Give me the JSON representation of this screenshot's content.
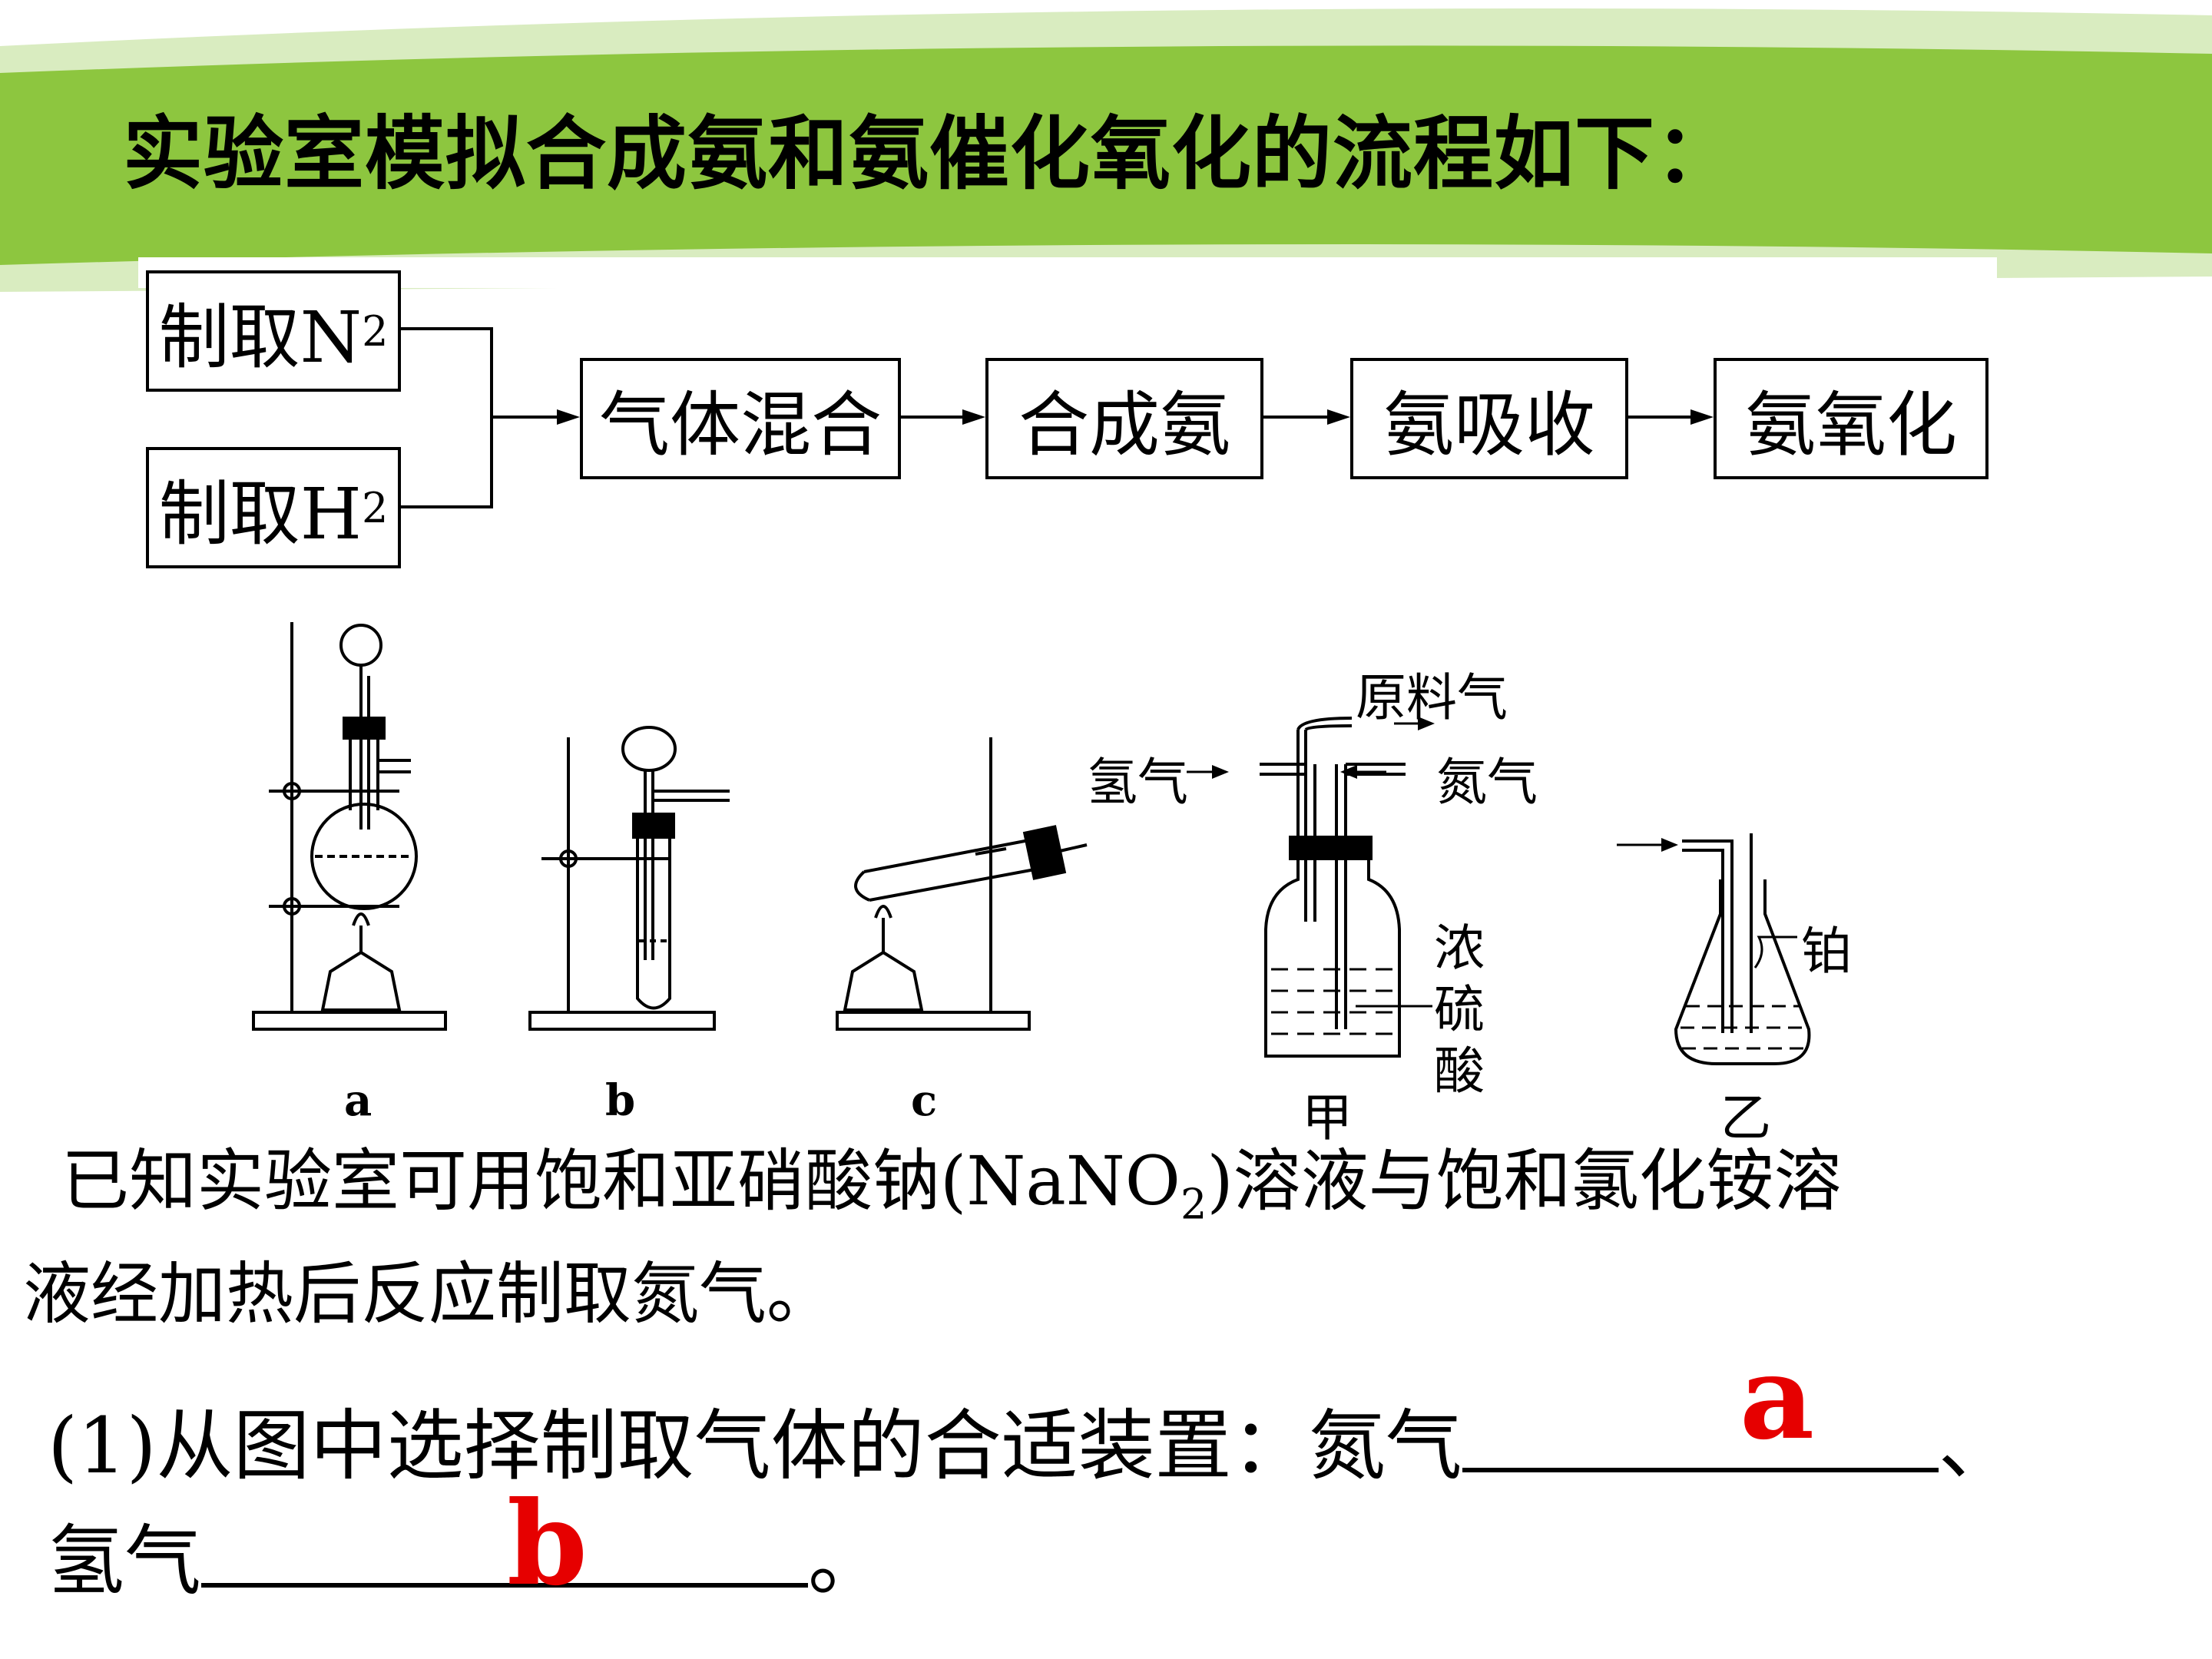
{
  "title": "实验室模拟合成氨和氨催化氧化的流程如下：",
  "flow": {
    "box_n2_prefix": "制取N",
    "box_h2_prefix": "制取H",
    "subscript": "2",
    "mix": "气体混合",
    "synth": "合成氨",
    "absorb": "氨吸收",
    "oxidize": "氨氧化"
  },
  "apparatus": {
    "label_a": "a",
    "label_b": "b",
    "label_c": "c",
    "label_jia": "甲",
    "label_yi": "乙",
    "feed_gas": "原料气",
    "hydrogen": "氢气",
    "nitrogen": "氮气",
    "conc_sulfuric": "浓硫酸",
    "platinum": "铂"
  },
  "note": {
    "line1_a": "已知实验室可用饱和亚硝酸钠(NaNO",
    "line1_sub": "2",
    "line1_b": ")溶液与饱和氯化铵溶",
    "line2": "液经加热后反应制取氮气。"
  },
  "question": {
    "line1_prefix": "(1)从图中选择制取气体的合适装置：氮气",
    "line1_suffix": "、",
    "line2_prefix": "氢气",
    "line2_suffix": "。",
    "answer_n2": "a",
    "answer_h2": "b"
  },
  "colors": {
    "banner_green": "#8dc63f",
    "banner_light": "#d9ecc0",
    "answer_red": "#e60000"
  }
}
